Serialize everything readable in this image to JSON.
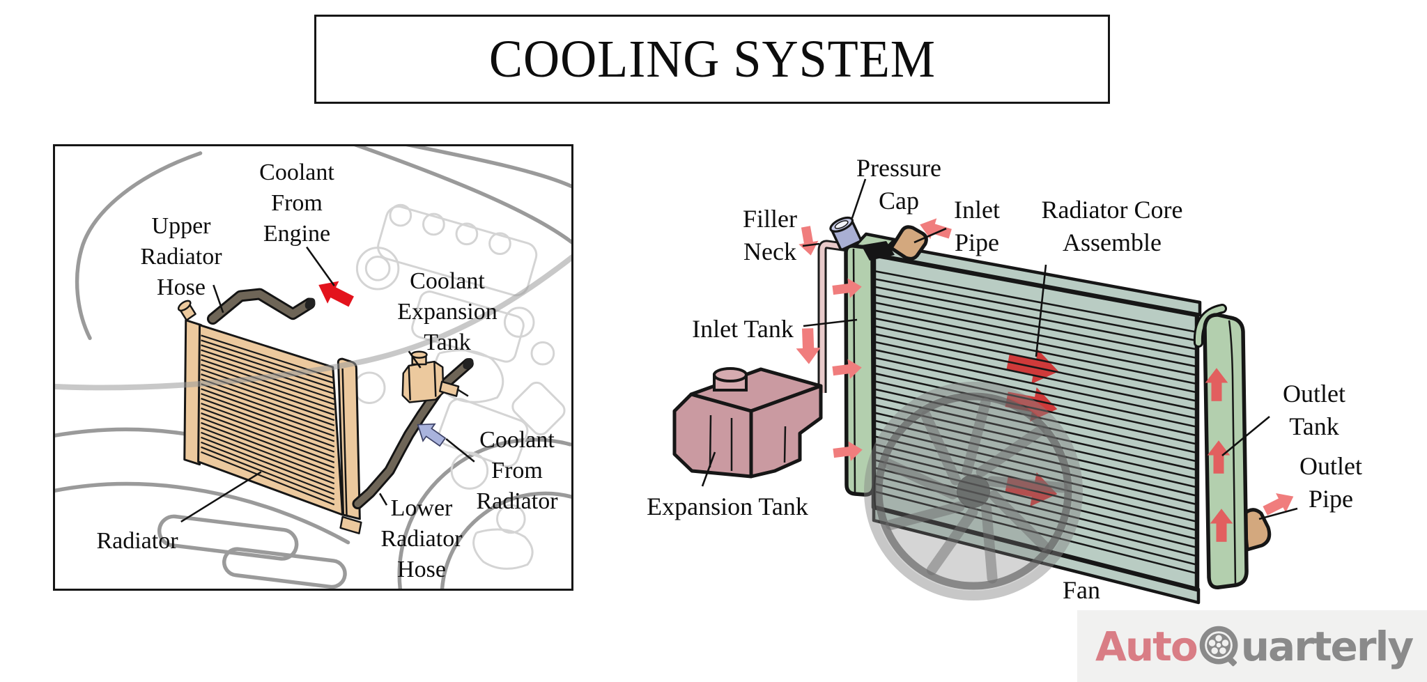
{
  "title": "COOLING SYSTEM",
  "left_panel": {
    "labels": {
      "coolant_from_engine": "Coolant\nFrom\nEngine",
      "upper_radiator_hose": "Upper\nRadiator\nHose",
      "coolant_expansion_tank": "Coolant\nExpansion\nTank",
      "coolant_from_radiator": "Coolant\nFrom\nRadiator",
      "lower_radiator_hose": "Lower\nRadiator\nHose",
      "radiator": "Radiator"
    }
  },
  "right_diagram": {
    "labels": {
      "pressure_cap": "Pressure\nCap",
      "filler_neck": "Filler\nNeck",
      "inlet_pipe": "Inlet\nPipe",
      "radiator_core_assemble": "Radiator Core\nAssemble",
      "inlet_tank": "Inlet Tank",
      "expansion_tank": "Expansion Tank",
      "outlet_tank": "Outlet\nTank",
      "outlet_pipe": "Outlet\nPipe",
      "fan": "Fan"
    }
  },
  "logo": {
    "prefix": "Auto",
    "suffix": "uarterly"
  },
  "colors": {
    "radiator_tan": "#ecc99e",
    "hose_gray": "#6e6557",
    "hot_arrow_red": "#e3131c",
    "cool_arrow_blue": "#a9b3dd",
    "core_green": "#b9ccc3",
    "tank_green": "#b3cfae",
    "expansion_pink": "#ca9aa1",
    "cap_periwinkle": "#a9afd3",
    "pipe_tan": "#d3a87e",
    "flow_arrow_salmon": "#f07d7d",
    "core_arrow_crimson": "#cf3a3a",
    "sketch_gray": "#9a9a9a",
    "logo_pink": "#d97d85",
    "logo_gray": "#8a8a8a",
    "logo_bg": "#f1f1f0"
  }
}
